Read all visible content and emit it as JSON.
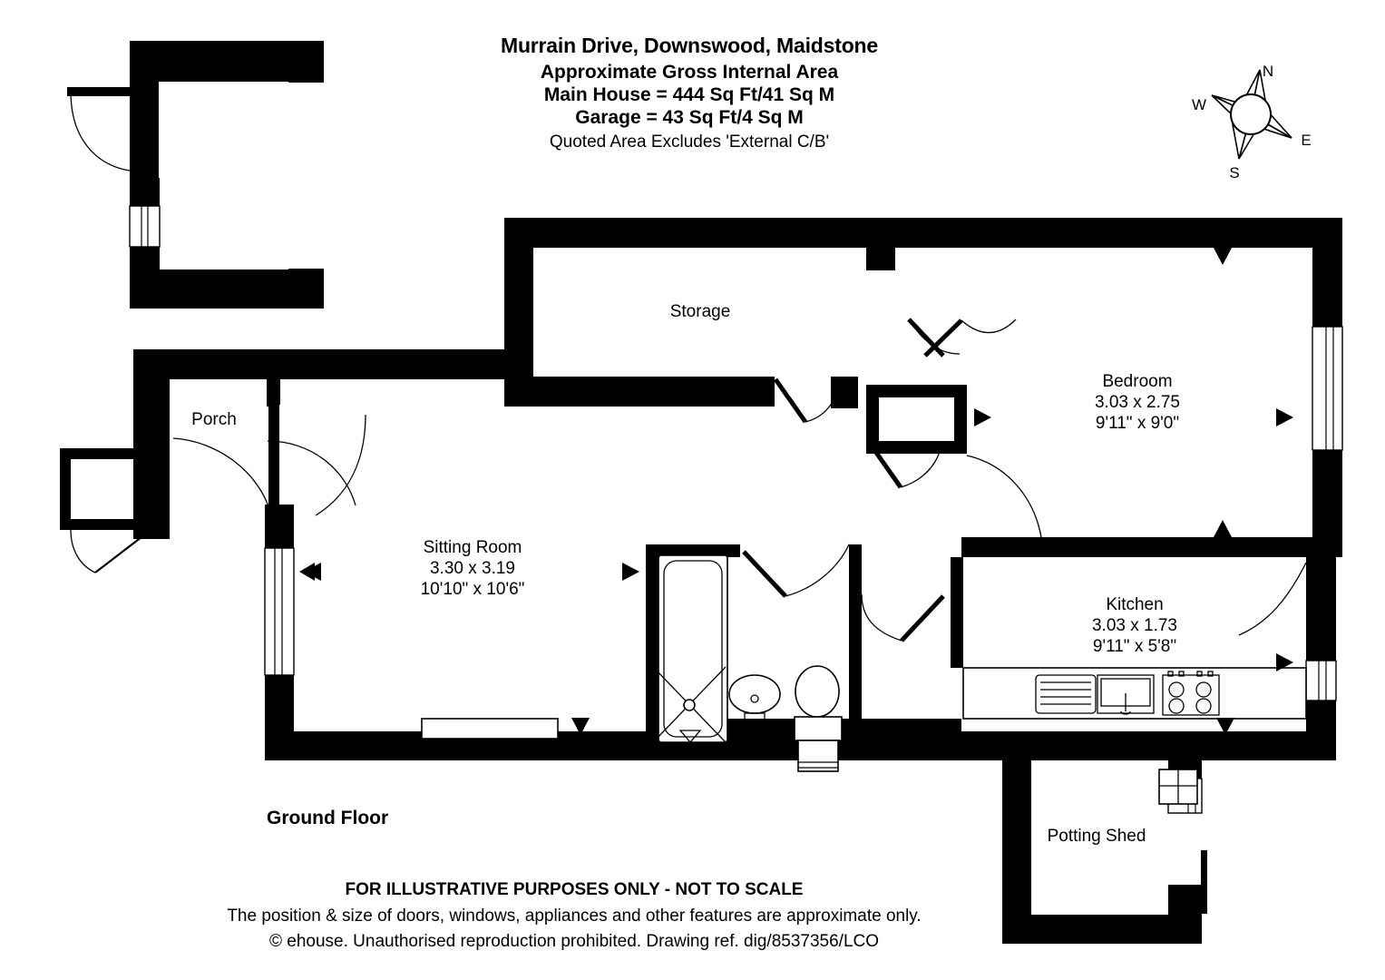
{
  "header": {
    "title": "Murrain Drive, Downswood, Maidstone",
    "line2": "Approximate Gross Internal Area",
    "line3": "Main House = 444 Sq Ft/41 Sq M",
    "line4": "Garage = 43 Sq Ft/4 Sq M",
    "line5": "Quoted Area Excludes 'External C/B'"
  },
  "compass": {
    "north": "N",
    "east": "E",
    "south": "S",
    "west": "W"
  },
  "floor_label": "Ground Floor",
  "rooms": [
    {
      "id": "storage",
      "name": "Storage",
      "metric": "",
      "imperial": ""
    },
    {
      "id": "bedroom",
      "name": "Bedroom",
      "metric": "3.03 x 2.75",
      "imperial": "9'11\" x 9'0\""
    },
    {
      "id": "sitting",
      "name": "Sitting Room",
      "metric": "3.30 x 3.19",
      "imperial": "10'10\" x 10'6\""
    },
    {
      "id": "kitchen",
      "name": "Kitchen",
      "metric": "3.03 x 1.73",
      "imperial": "9'11\" x 5'8\""
    },
    {
      "id": "porch",
      "name": "Porch",
      "metric": "",
      "imperial": ""
    },
    {
      "id": "pottingshed",
      "name": "Potting Shed",
      "metric": "",
      "imperial": ""
    }
  ],
  "footer": {
    "line1": "FOR ILLUSTRATIVE PURPOSES ONLY - NOT TO SCALE",
    "line2": "The position & size of doors, windows, appliances and other features are approximate only.",
    "line3": "© ehouse. Unauthorised reproduction prohibited. Drawing ref. dig/8537356/LCO"
  },
  "colors": {
    "wall": "#000000",
    "background": "#ffffff",
    "text": "#000000"
  }
}
